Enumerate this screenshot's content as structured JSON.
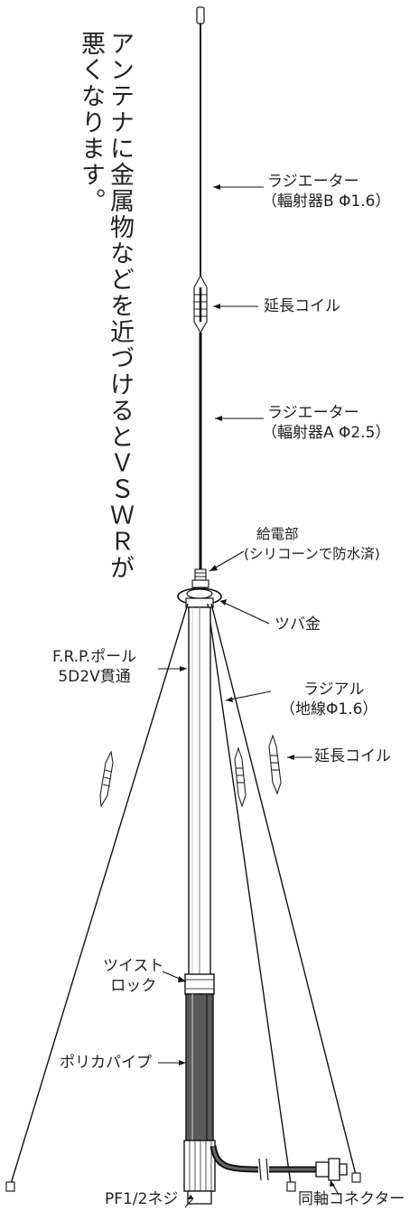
{
  "warning_note": "アンテナに金属物などを近づけるとＶＳＷＲが悪くなります。",
  "labels": {
    "radiator_b": {
      "line1": "ラジエーター",
      "line2": "（輻射器B Φ1.6）"
    },
    "extension_coil_upper": "延長コイル",
    "radiator_a": {
      "line1": "ラジエーター",
      "line2": "（輻射器A Φ2.5）"
    },
    "feed_point": {
      "line1": "給電部",
      "line2": "(シリコーンで防水済)"
    },
    "tsuba_metal": "ツバ金",
    "radial": {
      "line1": "ラジアル",
      "line2": "（地線Φ1.6）"
    },
    "frp_pole": {
      "line1": "F.R.P.ポール",
      "line2": "5D2V貫通"
    },
    "extension_coil_lower": "延長コイル",
    "twist_lock": {
      "line1": "ツイスト",
      "line2": "ロック"
    },
    "poly_pipe": "ポリカパイプ",
    "pf_thread": "PF1/2ネジ",
    "coax_connector": "同軸コネクター"
  }
}
